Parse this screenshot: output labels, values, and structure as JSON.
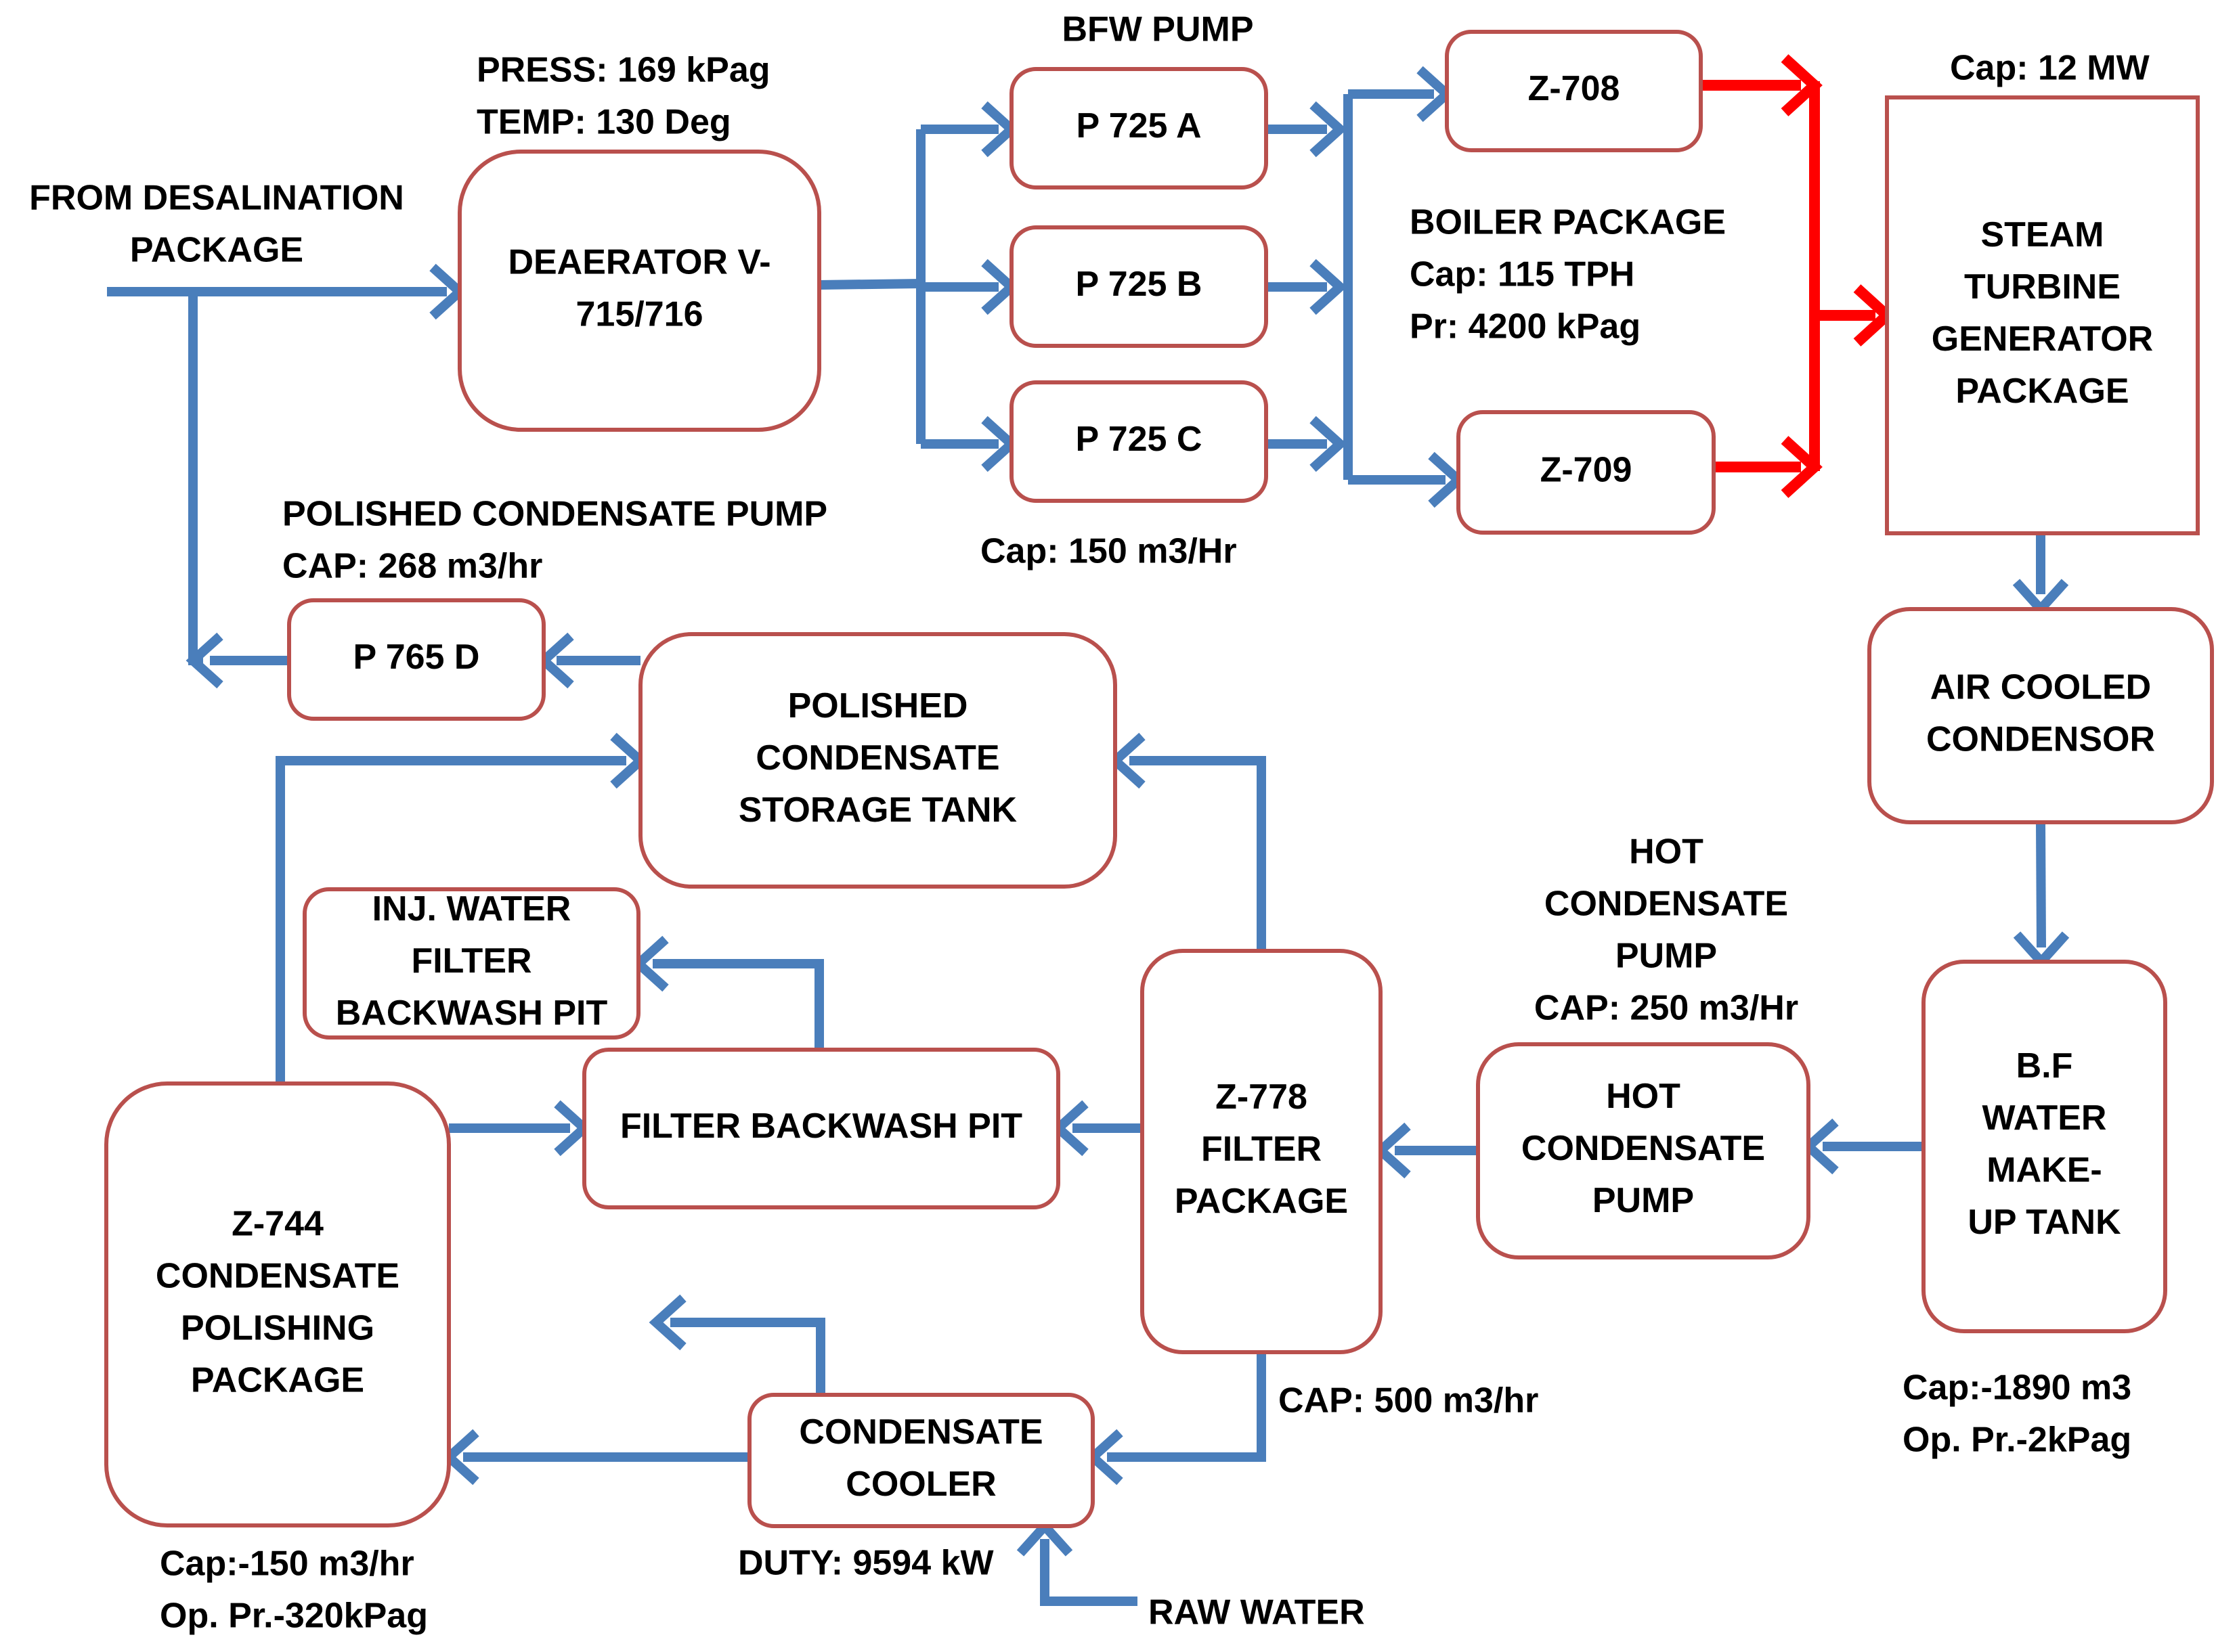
{
  "colors": {
    "flow_line": "#4a7ebb",
    "steam_line": "#ff0000",
    "box_border": "#b9504d",
    "background": "#ffffff"
  },
  "nodes": {
    "deaerator": {
      "lines": [
        "DEAERATOR V-",
        "715/716"
      ]
    },
    "p725a": {
      "lines": [
        "P 725 A"
      ]
    },
    "p725b": {
      "lines": [
        "P 725 B"
      ]
    },
    "p725c": {
      "lines": [
        "P 725 C"
      ]
    },
    "z708": {
      "lines": [
        "Z-708"
      ]
    },
    "z709": {
      "lines": [
        "Z-709"
      ]
    },
    "turbine": {
      "lines": [
        "STEAM",
        "TURBINE",
        "GENERATOR",
        "PACKAGE"
      ]
    },
    "air_cooled": {
      "lines": [
        "AIR COOLED",
        "CONDENSOR"
      ]
    },
    "bf_tank": {
      "lines": [
        "B.F",
        "WATER",
        "MAKE-",
        "UP  TANK"
      ]
    },
    "hot_pump": {
      "lines": [
        "HOT",
        "CONDENSATE",
        "PUMP"
      ]
    },
    "z778": {
      "lines": [
        "Z-778",
        "FILTER",
        "PACKAGE"
      ]
    },
    "polished_tank": {
      "lines": [
        "POLISHED",
        "CONDENSATE",
        "STORAGE TANK"
      ]
    },
    "p765d": {
      "lines": [
        "P 765 D"
      ]
    },
    "inj_pit": {
      "lines": [
        "INJ. WATER",
        "FILTER",
        "BACKWASH PIT"
      ]
    },
    "filter_pit": {
      "lines": [
        "FILTER BACKWASH PIT"
      ]
    },
    "z744": {
      "lines": [
        "Z-744",
        "CONDENSATE",
        "POLISHING",
        "PACKAGE"
      ]
    },
    "cond_cooler": {
      "lines": [
        "CONDENSATE",
        "COOLER"
      ]
    }
  },
  "labels": {
    "desal": [
      "FROM DESALINATION",
      "PACKAGE"
    ],
    "deaerator_cond": [
      "PRESS: 169 kPag",
      "TEMP: 130 Deg"
    ],
    "bfw_pump": [
      "BFW PUMP"
    ],
    "boiler": [
      "BOILER PACKAGE",
      "Cap: 115 TPH",
      "Pr: 4200 kPag"
    ],
    "turbine_cap": [
      "Cap: 12 MW"
    ],
    "bfw_cap": [
      "Cap: 150 m3/Hr"
    ],
    "polished_pump": [
      "POLISHED CONDENSATE PUMP",
      "CAP: 268 m3/hr"
    ],
    "hot_pump_label": [
      "HOT",
      "CONDENSATE",
      "PUMP",
      "CAP: 250 m3/Hr"
    ],
    "bf_cap": [
      "Cap:-1890 m3",
      "Op. Pr.-2kPag"
    ],
    "z778_cap": [
      "CAP: 500 m3/hr"
    ],
    "z744_cap": [
      "Cap:-150 m3/hr",
      "Op. Pr.-320kPag"
    ],
    "cooler_duty": [
      "DUTY: 9594 kW"
    ],
    "raw_water": [
      "RAW WATER"
    ]
  }
}
